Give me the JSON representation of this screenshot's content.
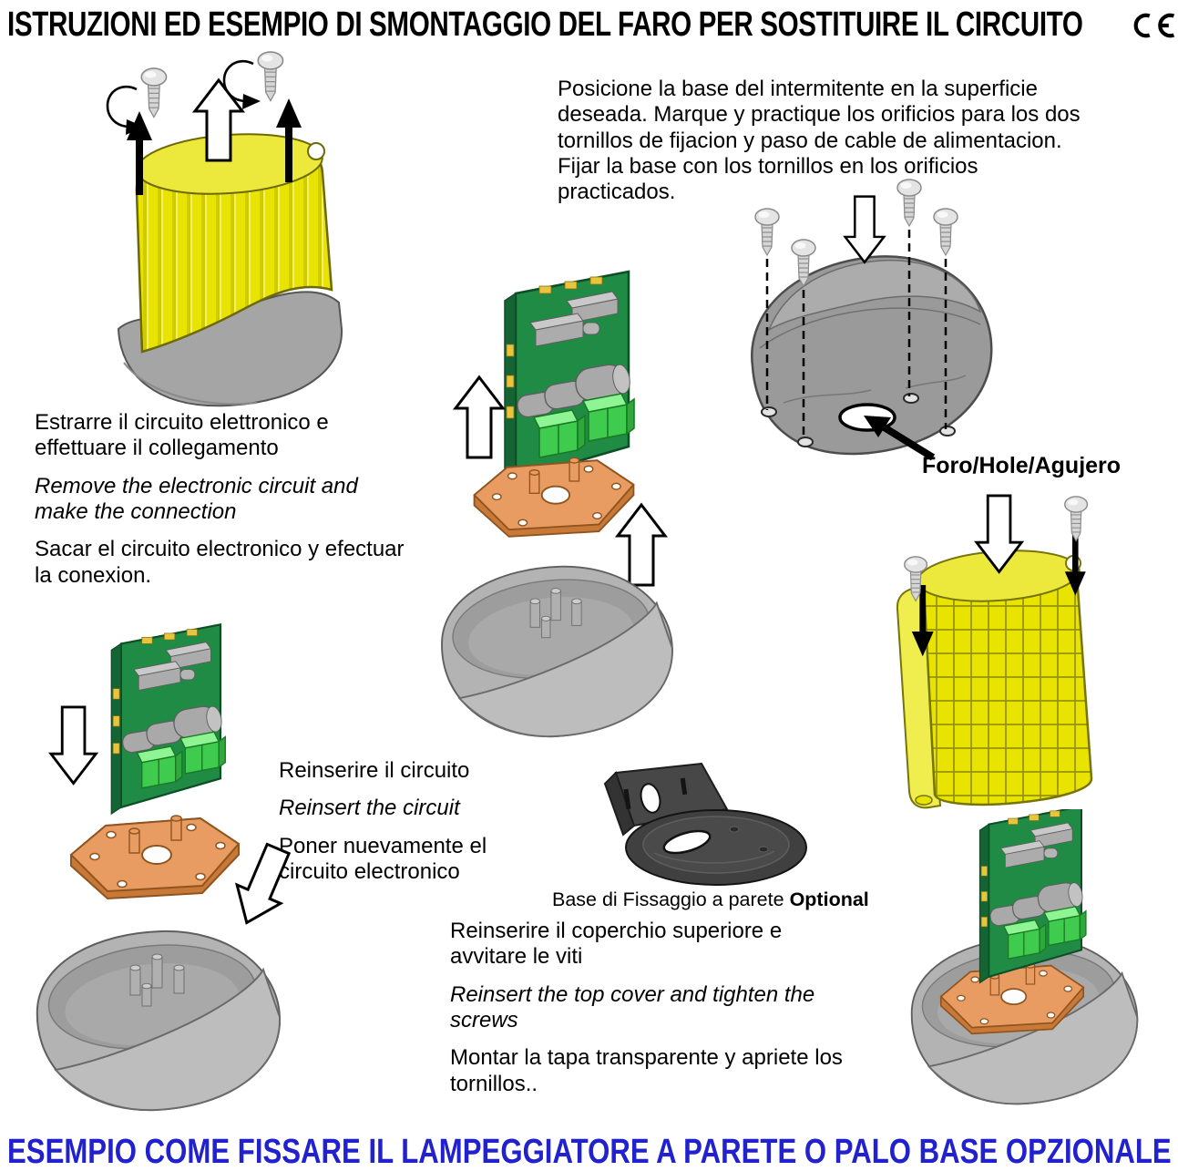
{
  "title": "ISTRUZIONI ED ESEMPIO DI SMONTAGGIO DEL FARO PER SOSTITUIRE IL CIRCUITO",
  "ce_mark": "CE",
  "footer": "ESEMPIO COME FISSARE IL LAMPEGGIATORE A PARETE O PALO BASE OPZIONALE",
  "instructions": {
    "position_base_es": "Posicione la base del intermitente en la superficie deseada. Marque y practique los orificios para los dos tornillos de fijacion y paso de cable de alimentacion. Fijar la base con los tornillos en los orificios practicados.",
    "extract_circuit": {
      "it": "Estrarre il circuito elettronico e effettuare il collegamento",
      "en": "Remove the electronic circuit and make the connection",
      "es": "Sacar el circuito electronico y efectuar la conexion."
    },
    "reinsert_circuit": {
      "it": "Reinserire il circuito",
      "en": "Reinsert the circuit",
      "es": "Poner nuevamente el circuito electronico"
    },
    "reinsert_cover": {
      "it": "Reinserire il coperchio superiore e avvitare le viti",
      "en": "Reinsert the top cover and tighten the screws",
      "es": "Montar la tapa transparente y apriete los tornillos.."
    },
    "hole_label": "Foro/Hole/Agujero",
    "wall_base_label": "Base di Fissaggio a parete",
    "wall_base_optional": "Optional"
  },
  "colors": {
    "footer_blue": "#2121CE",
    "beacon_yellow": "#E8E400",
    "beacon_yellow_top": "#EDE93C",
    "pcb_green": "#1F8B45",
    "terminal_green": "#3FCC4E",
    "gasket_orange": "#E99C61",
    "base_gray": "#B3B3B3",
    "base_bottom_gray": "#9A9A9A",
    "bracket_dark": "#404040"
  },
  "icons": {
    "screw": "screw-icon",
    "rotation_arrow": "rotate-arrow-icon",
    "white_arrow": "arrow-up-icon / arrow-down-icon",
    "black_arrow": "black-arrow-icon",
    "pointer_arrow": "pointer-arrow-icon",
    "ce": "ce-mark-icon"
  }
}
